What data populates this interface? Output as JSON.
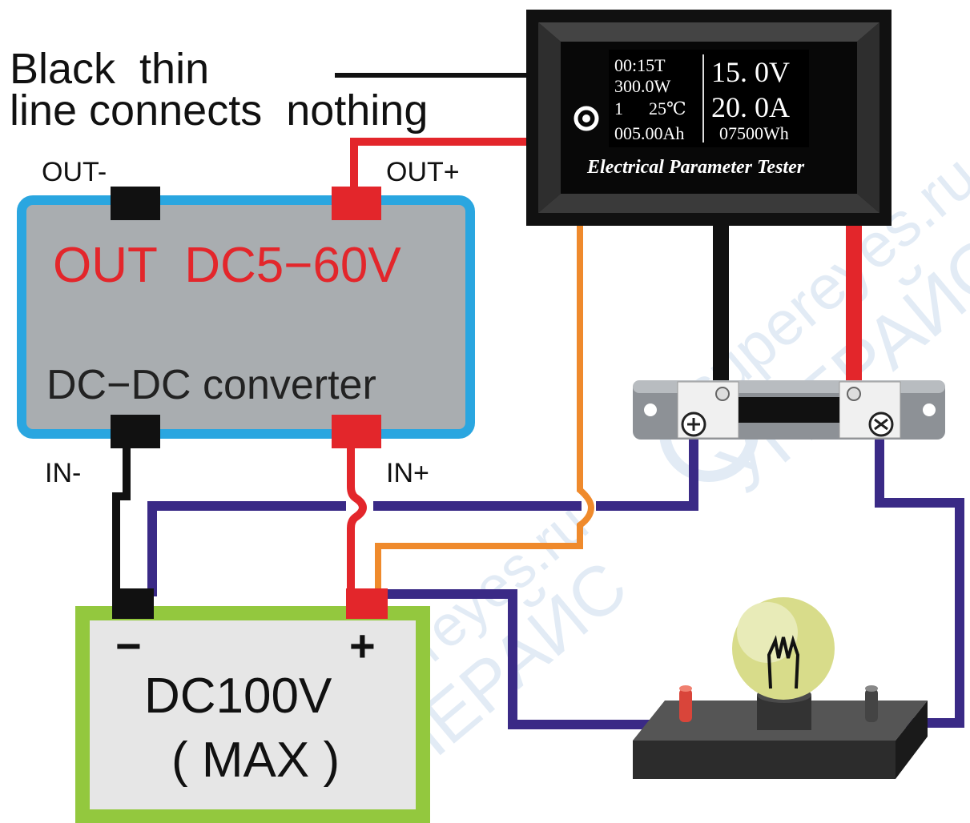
{
  "note": {
    "line1": "Black  thin",
    "line2": "line connects  nothing"
  },
  "converter": {
    "out_minus": "OUT-",
    "out_plus": "OUT+",
    "title": "OUT  DC5−60V",
    "subtitle": "DC−DC converter",
    "in_minus": "IN-",
    "in_plus": "IN+"
  },
  "tester": {
    "display": {
      "time": "00:15T",
      "power": "300.0W",
      "channel": "1",
      "temp": "25℃",
      "amp_hours": "005.00Ah",
      "voltage": "15. 0V",
      "current": "20. 0A",
      "watt_hours": "07500Wh"
    },
    "label": "Electrical Parameter Tester"
  },
  "battery": {
    "minus": "−",
    "plus": "+",
    "line1": "DC100V",
    "line2": "( MAX )"
  },
  "watermark": {
    "text1": "supereyes.ru",
    "text2": "УПЕРАЙС"
  },
  "colors": {
    "power_wire_red": "#e3262b",
    "ground_wire_black": "#111111",
    "load_wire_purple": "#3a2a86",
    "sense_wire_orange": "#ef8a2c",
    "converter_border": "#2aa6e0",
    "converter_fill": "#a9adb0",
    "battery_border": "#93c83e",
    "battery_fill": "#e6e6e6",
    "title_red": "#e3262b"
  }
}
